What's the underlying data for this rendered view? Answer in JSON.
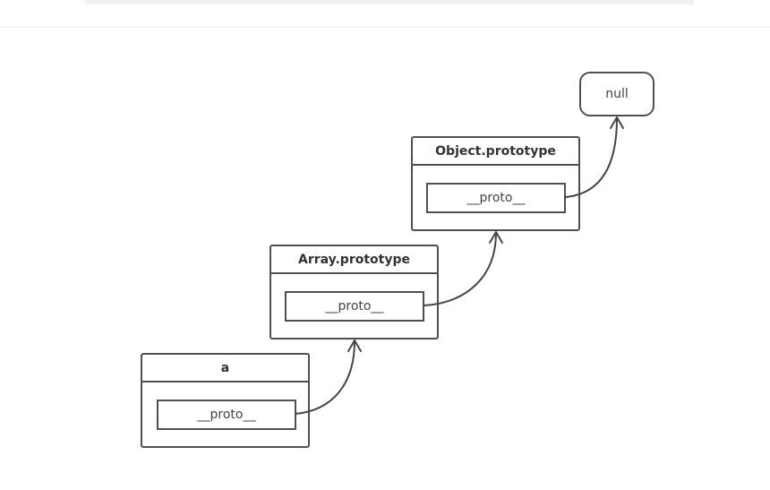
{
  "nodes": {
    "a": {
      "title": "a",
      "field": "__proto__"
    },
    "array_prototype": {
      "title": "Array.prototype",
      "field": "__proto__"
    },
    "object_prototype": {
      "title": "Object.prototype",
      "field": "__proto__"
    },
    "null": {
      "label": "null"
    }
  },
  "colors": {
    "stroke": "#505050",
    "text": "#333333",
    "background": "#ffffff"
  }
}
